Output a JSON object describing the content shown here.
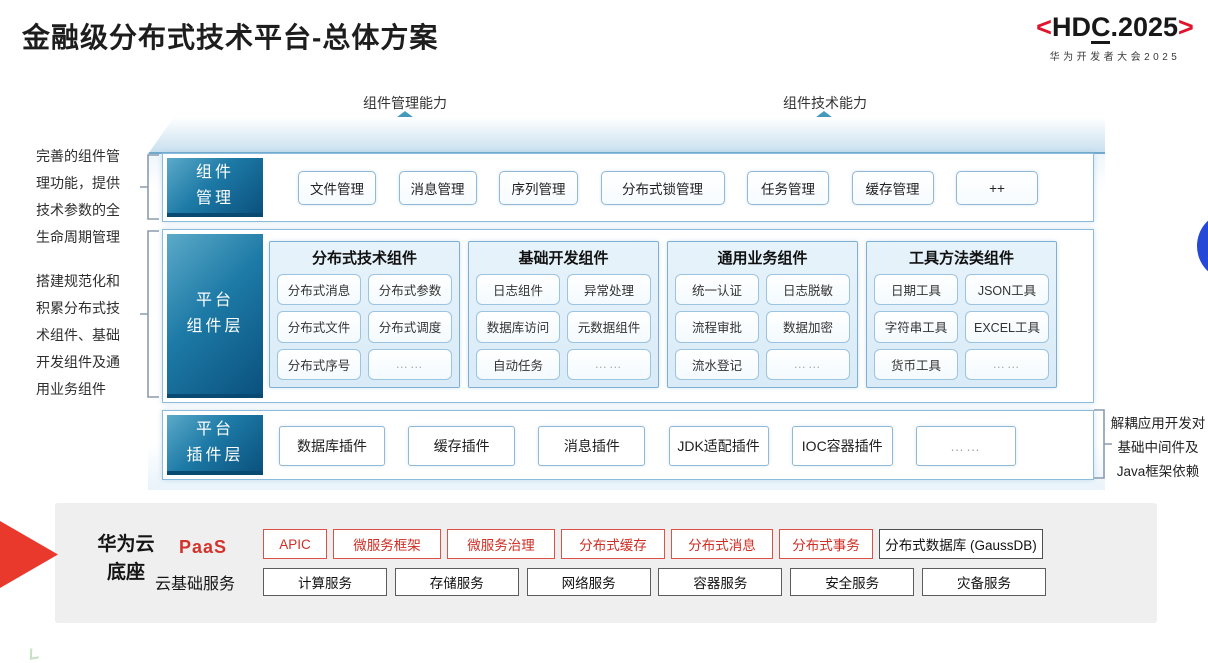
{
  "slide": {
    "title": "金融级分布式技术平台-总体方案",
    "logo": {
      "left_angle": "<",
      "pre": "HD",
      "underlined": "C",
      "post": ".2025",
      "right_angle": ">",
      "subtitle": "华为开发者大会2025"
    },
    "capability_arrows": {
      "left_label": "组件管理能力",
      "right_label": "组件技术能力"
    },
    "left_notes": {
      "note1": "完善的组件管\n理功能，提供\n技术参数的全\n生命周期管理",
      "note2": "搭建规范化和\n积累分布式技\n术组件、基础\n开发组件及通\n用业务组件"
    },
    "right_note": "解耦应用开发对\n基础中间件及\nJava框架依赖",
    "component_mgmt": {
      "label": "组件\n管理",
      "items": [
        "文件管理",
        "消息管理",
        "序列管理",
        "分布式锁管理",
        "任务管理",
        "缓存管理",
        "++"
      ]
    },
    "platform_components": {
      "label": "平台\n组件层",
      "groups": [
        {
          "title": "分布式技术组件",
          "items": [
            "分布式消息",
            "分布式参数",
            "分布式文件",
            "分布式调度",
            "分布式序号",
            "……"
          ]
        },
        {
          "title": "基础开发组件",
          "items": [
            "日志组件",
            "异常处理",
            "数据库访问",
            "元数据组件",
            "自动任务",
            "……"
          ]
        },
        {
          "title": "通用业务组件",
          "items": [
            "统一认证",
            "日志脱敏",
            "流程审批",
            "数据加密",
            "流水登记",
            "……"
          ]
        },
        {
          "title": "工具方法类组件",
          "items": [
            "日期工具",
            "JSON工具",
            "字符串工具",
            "EXCEL工具",
            "货币工具",
            "……"
          ]
        }
      ]
    },
    "platform_plugins": {
      "label": "平台\n插件层",
      "items": [
        "数据库插件",
        "缓存插件",
        "消息插件",
        "JDK适配插件",
        "IOC容器插件",
        "……"
      ]
    },
    "foundation": {
      "label": "华为云\n底座",
      "paas_label": "PaaS",
      "paas_items": [
        "APIC",
        "微服务框架",
        "微服务治理",
        "分布式缓存",
        "分布式消息",
        "分布式事务"
      ],
      "paas_db": "分布式数据库 (GaussDB)",
      "iaas_label": "云基础服务",
      "iaas_items": [
        "计算服务",
        "存储服务",
        "网络服务",
        "容器服务",
        "安全服务",
        "灾备服务"
      ]
    },
    "colors": {
      "teal_arrow": "#1f7ba3",
      "label_gradient_start": "#5caac9",
      "label_gradient_end": "#0b517e",
      "brand_red": "#e0142c",
      "paas_red": "#cf2e24",
      "panel_gray": "#efeff0",
      "blue_circle": "#2648d6"
    }
  }
}
